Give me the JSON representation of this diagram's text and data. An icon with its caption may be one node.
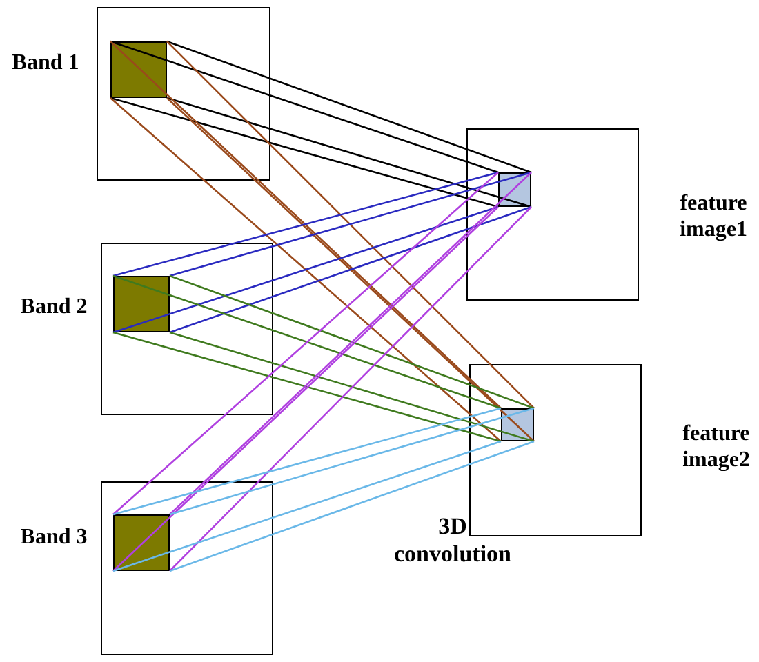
{
  "diagram": {
    "nodes": [
      {
        "text": [],
        "shape": "box",
        "beside": [
          "Band 1"
        ]
      },
      {
        "text": [],
        "shape": "box",
        "in": 0
      },
      {
        "text": [],
        "shape": "box",
        "beside": [
          "Band 2"
        ]
      },
      {
        "text": [],
        "shape": "box",
        "in": 2
      },
      {
        "text": [],
        "shape": "box",
        "beside": [
          "Band 3"
        ]
      },
      {
        "text": [],
        "shape": "box",
        "in": 4
      },
      {
        "text": [],
        "shape": "box",
        "beside": [
          "feature image1"
        ]
      },
      {
        "text": [],
        "shape": "box",
        "in": 6
      },
      {
        "text": [],
        "shape": "box",
        "beside": [
          "feature image2"
        ]
      },
      {
        "text": [],
        "shape": "box",
        "in": 8
      }
    ],
    "edges": [
      {
        "from": 1,
        "to": 7,
        "arrow": "none",
        "color": "#000000"
      },
      {
        "from": 1,
        "to": 7,
        "arrow": "none",
        "color": "#000000"
      },
      {
        "from": 1,
        "to": 7,
        "arrow": "none",
        "color": "#000000"
      },
      {
        "from": 1,
        "to": 7,
        "arrow": "none",
        "color": "#000000"
      },
      {
        "from": 1,
        "to": 9,
        "arrow": "none",
        "color": "#9a4a1c"
      },
      {
        "from": 1,
        "to": 9,
        "arrow": "none",
        "color": "#9a4a1c"
      },
      {
        "from": 1,
        "to": 9,
        "arrow": "none",
        "color": "#9a4a1c"
      },
      {
        "from": 1,
        "to": 9,
        "arrow": "none",
        "color": "#9a4a1c"
      },
      {
        "from": 3,
        "to": 7,
        "arrow": "none",
        "color": "#2a2ac0"
      },
      {
        "from": 3,
        "to": 7,
        "arrow": "none",
        "color": "#2a2ac0"
      },
      {
        "from": 3,
        "to": 7,
        "arrow": "none",
        "color": "#2a2ac0"
      },
      {
        "from": 3,
        "to": 7,
        "arrow": "none",
        "color": "#2a2ac0"
      },
      {
        "from": 3,
        "to": 9,
        "arrow": "none",
        "color": "#3f7a1e"
      },
      {
        "from": 3,
        "to": 9,
        "arrow": "none",
        "color": "#3f7a1e"
      },
      {
        "from": 3,
        "to": 9,
        "arrow": "none",
        "color": "#3f7a1e"
      },
      {
        "from": 3,
        "to": 9,
        "arrow": "none",
        "color": "#3f7a1e"
      },
      {
        "from": 5,
        "to": 7,
        "arrow": "none",
        "color": "#b040e0"
      },
      {
        "from": 5,
        "to": 7,
        "arrow": "none",
        "color": "#b040e0"
      },
      {
        "from": 5,
        "to": 7,
        "arrow": "none",
        "color": "#b040e0"
      },
      {
        "from": 5,
        "to": 7,
        "arrow": "none",
        "color": "#b040e0"
      },
      {
        "from": 5,
        "to": 9,
        "arrow": "none",
        "color": "#6ab8e8"
      },
      {
        "from": 5,
        "to": 9,
        "arrow": "none",
        "color": "#6ab8e8"
      },
      {
        "from": 5,
        "to": 9,
        "arrow": "none",
        "color": "#6ab8e8"
      },
      {
        "from": 5,
        "to": 9,
        "arrow": "none",
        "color": "#6ab8e8"
      }
    ],
    "labels": [
      "3D convolution"
    ]
  }
}
